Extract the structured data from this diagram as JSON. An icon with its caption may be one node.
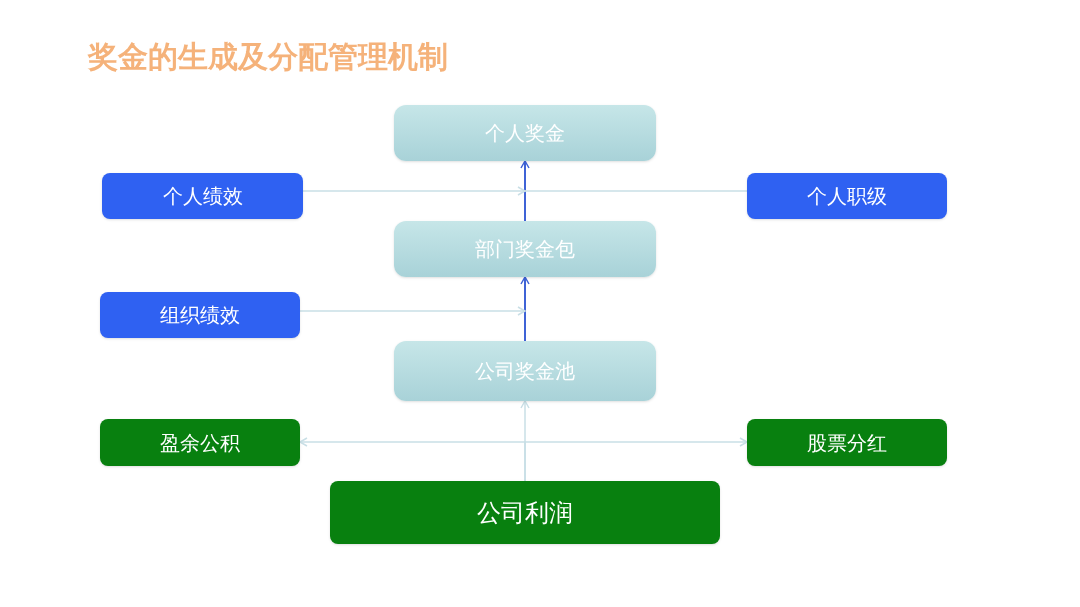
{
  "diagram": {
    "title": "奖金的生成及分配管理机制",
    "nodes": [
      {
        "text": [
          "个人奖金"
        ]
      },
      {
        "text": [
          "个人绩效"
        ]
      },
      {
        "text": [
          "个人职级"
        ]
      },
      {
        "text": [
          "部门奖金包"
        ]
      },
      {
        "text": [
          "组织绩效"
        ]
      },
      {
        "text": [
          "公司奖金池"
        ]
      },
      {
        "text": [
          "盈余公积"
        ]
      },
      {
        "text": [
          "股票分红"
        ]
      },
      {
        "text": [
          "公司利润"
        ]
      }
    ],
    "edges": [
      {
        "from": 8,
        "to": 5,
        "arrow": "to"
      },
      {
        "from": 8,
        "to": 6,
        "arrow": "to"
      },
      {
        "from": 8,
        "to": 7,
        "arrow": "to"
      },
      {
        "from": 5,
        "to": 3,
        "arrow": "to",
        "color": "#3f63d6"
      },
      {
        "from": 4,
        "to": null,
        "arrow": "to"
      },
      {
        "from": 3,
        "to": 0,
        "arrow": "to",
        "color": "#3f63d6"
      },
      {
        "from": 1,
        "to": null,
        "arrow": "to"
      },
      {
        "from": 2,
        "to": null,
        "arrow": "none"
      }
    ]
  }
}
